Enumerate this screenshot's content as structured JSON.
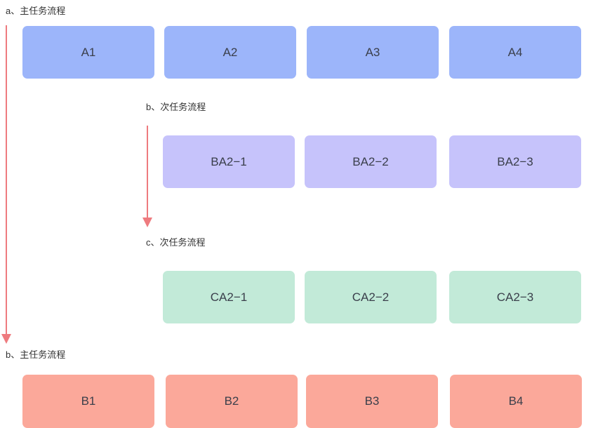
{
  "labels": {
    "main_a": "a、主任务流程",
    "sub_b": "b、次任务流程",
    "sub_c": "c、次任务流程",
    "main_b": "b、主任务流程"
  },
  "rows": {
    "main_a": [
      "A1",
      "A2",
      "A3",
      "A4"
    ],
    "sub_b": [
      "BA2−1",
      "BA2−2",
      "BA2−3"
    ],
    "sub_c": [
      "CA2−1",
      "CA2−2",
      "CA2−3"
    ],
    "main_b": [
      "B1",
      "B2",
      "B3",
      "B4"
    ]
  },
  "colors": {
    "main_a": "#9cb5fa",
    "sub_b": "#c6c3fb",
    "sub_c": "#c2ead8",
    "main_b": "#fba89a",
    "arrow": "#ee7b7f"
  }
}
